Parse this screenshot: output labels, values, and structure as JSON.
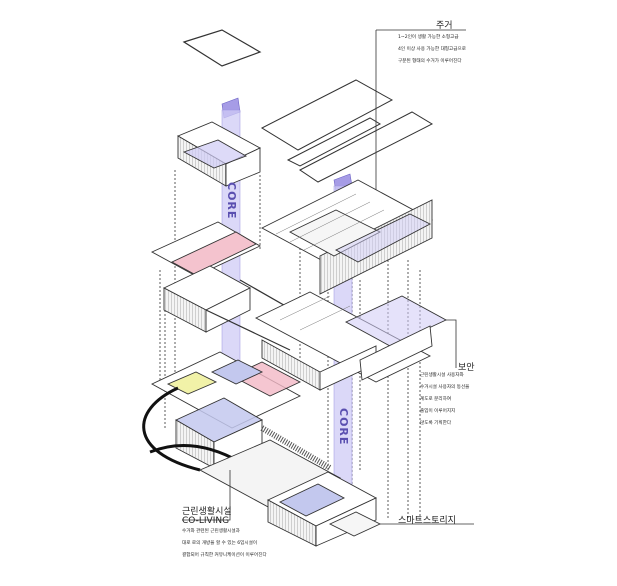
{
  "labels": {
    "residence": {
      "title": "주거",
      "lines": [
        "1~2인이 생활 가능한 소형고급",
        "4인 이상 사용 가능한 대형고급으로",
        "구분된 형태의 수거가 이루어진다"
      ]
    },
    "security": {
      "title": "보안",
      "lines": [
        "근린생활시설 사용자와",
        "수거시설 사용자의 동선을",
        "계도로 분리하여",
        "출입이 이루어지지",
        "않도록 기획한다"
      ]
    },
    "neighborhood": {
      "title": "근린생활시설",
      "subtitle": "CO-LIVING",
      "lines": [
        "수거와 관련된 근린생활시설과",
        "대로 로의 개방을 할 수 있는 6입시설이",
        "결합되어 규칙한 커뮤니케이션이 이루어진다"
      ]
    },
    "smart_storage": {
      "title": "스마트스토리지"
    },
    "core_upper": "CORE",
    "core_lower": "CORE"
  },
  "colors": {
    "core": "#cfcbf5",
    "core_top": "#a69ce6",
    "pink": "#f2b8c6",
    "yellow": "#f1f2a8",
    "blue": "#c3c8ee",
    "line": "#333333",
    "label_text": "#5a4fb0"
  }
}
